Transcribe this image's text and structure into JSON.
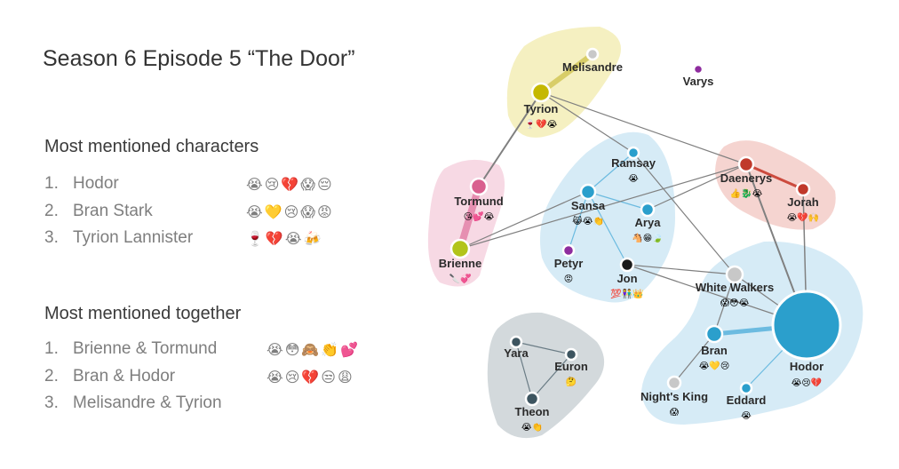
{
  "title": "Season 6 Episode 5 “The Door”",
  "most_mentioned": {
    "heading": "Most mentioned characters",
    "items": [
      {
        "rank": "1.",
        "name": "Hodor",
        "emojis": "😭😢💔😱😔"
      },
      {
        "rank": "2.",
        "name": "Bran Stark",
        "emojis": "😭💛😢😱😡"
      },
      {
        "rank": "3.",
        "name": "Tyrion Lannister",
        "emojis": "🍷💔😭🍻"
      }
    ]
  },
  "together": {
    "heading": "Most mentioned together",
    "items": [
      {
        "rank": "1.",
        "name": "Brienne & Tormund",
        "emojis": "😭😳🙈👏💕"
      },
      {
        "rank": "2.",
        "name": "Bran & Hodor",
        "emojis": "😭😢💔😒😩"
      },
      {
        "rank": "3.",
        "name": "Melisandre & Tyrion",
        "emojis": ""
      }
    ]
  },
  "network": {
    "nodes": [
      {
        "id": "melisandre",
        "label": "Melisandre",
        "color": "#c8c8c8",
        "emojis": ""
      },
      {
        "id": "varys",
        "label": "Varys",
        "color": "#8e2c9e",
        "emojis": ""
      },
      {
        "id": "tyrion",
        "label": "Tyrion",
        "color": "#c5b800",
        "emojis": "🍷💔😭"
      },
      {
        "id": "ramsay",
        "label": "Ramsay",
        "color": "#2b9fcc",
        "emojis": "😭"
      },
      {
        "id": "daenerys",
        "label": "Daenerys",
        "color": "#c0392b",
        "emojis": "👍🐉😭"
      },
      {
        "id": "jorah",
        "label": "Jorah",
        "color": "#c0392b",
        "emojis": "😭💔🙌"
      },
      {
        "id": "tormund",
        "label": "Tormund",
        "color": "#d9608f",
        "emojis": "😘💕😭"
      },
      {
        "id": "sansa",
        "label": "Sansa",
        "color": "#2b9fcc",
        "emojis": "😹😭👏"
      },
      {
        "id": "arya",
        "label": "Arya",
        "color": "#2b9fcc",
        "emojis": "🐴😁🍃"
      },
      {
        "id": "petyr",
        "label": "Petyr",
        "color": "#8e2c9e",
        "emojis": "😡"
      },
      {
        "id": "jon",
        "label": "Jon",
        "color": "#1a1a1a",
        "emojis": "💯👫👑"
      },
      {
        "id": "brienne",
        "label": "Brienne",
        "color": "#b2c41a",
        "emojis": "🔪💞"
      },
      {
        "id": "whitewalkers",
        "label": "White Walkers",
        "color": "#c8c8c8",
        "emojis": "😱😳😭"
      },
      {
        "id": "hodor",
        "label": "Hodor",
        "color": "#2b9fcc",
        "emojis": "😭😢💔"
      },
      {
        "id": "bran",
        "label": "Bran",
        "color": "#2b9fcc",
        "emojis": "😭💛😢"
      },
      {
        "id": "nightsking",
        "label": "Night's King",
        "color": "#c8c8c8",
        "emojis": "😱"
      },
      {
        "id": "eddard",
        "label": "Eddard",
        "color": "#2b9fcc",
        "emojis": "😭"
      },
      {
        "id": "yara",
        "label": "Yara",
        "color": "#3d5560",
        "emojis": ""
      },
      {
        "id": "euron",
        "label": "Euron",
        "color": "#3d5560",
        "emojis": "🤔"
      },
      {
        "id": "theon",
        "label": "Theon",
        "color": "#3d5560",
        "emojis": "😭👏"
      }
    ],
    "group_colors": {
      "yellow": "#f3edb6",
      "pink": "#f6d2df",
      "red": "#f3cdc8",
      "blue": "#cfe7f4",
      "grey": "#cbd2d6"
    }
  }
}
